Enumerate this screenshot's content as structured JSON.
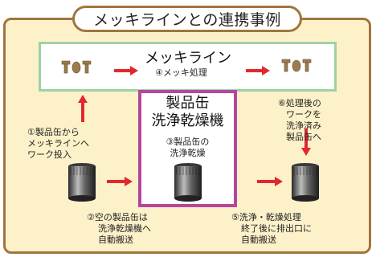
{
  "title": "メッキラインとの連携事例",
  "plating_line": {
    "title": "メッキライン",
    "step4": "④メッキ処理"
  },
  "washer": {
    "title_line1": "製品缶",
    "title_line2": "洗浄乾燥機",
    "step3_line1": "③製品缶の",
    "step3_line2": "洗浄乾燥"
  },
  "step1": [
    "①製品缶から",
    "メッキラインへ",
    "ワーク投入"
  ],
  "step2": [
    "②空の製品缶は",
    "洗浄乾燥機へ",
    "自動搬送"
  ],
  "step5": [
    "⑤洗浄・乾燥処理",
    "終了後に排出口に",
    "自動搬送"
  ],
  "step6": [
    "⑥処理後の",
    "ワークを",
    "洗浄済み",
    "製品缶へ"
  ],
  "colors": {
    "panel_bg": "#fdf1c9",
    "panel_border": "#a0753e",
    "line_border": "#9fd1a0",
    "washer_border": "#b8459e",
    "arrow": "#e2282f"
  }
}
